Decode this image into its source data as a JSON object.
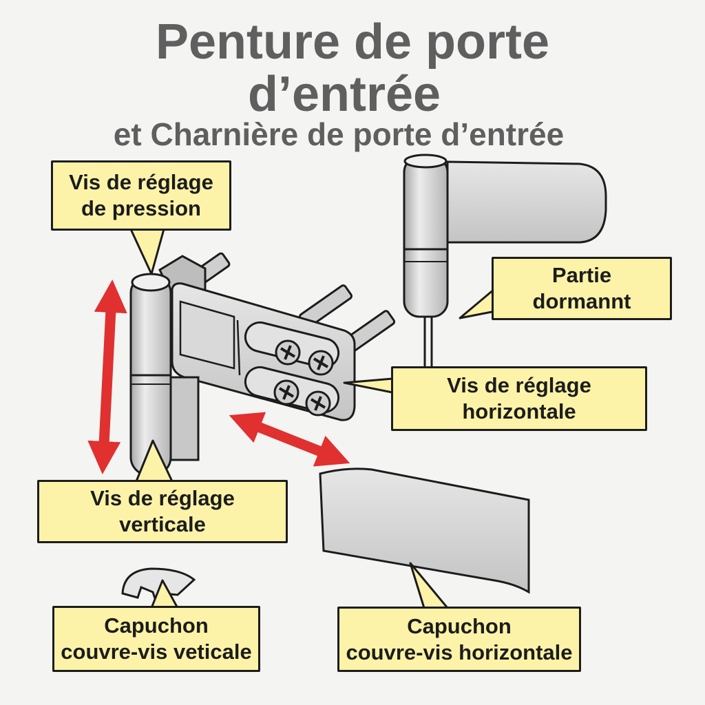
{
  "title": {
    "line1": "Penture de porte",
    "line2": "d’entrée",
    "subtitle": "et Charnière de porte d’entrée"
  },
  "labels": {
    "pressure_screw": {
      "line1": "Vis de réglage",
      "line2": "de pression"
    },
    "fixed_part": {
      "line1": "Partie",
      "line2": "dormannt"
    },
    "horizontal_screw": {
      "line1": "Vis de réglage",
      "line2": "horizontale"
    },
    "vertical_screw": {
      "line1": "Vis de réglage",
      "line2": "verticale"
    },
    "vertical_cap": {
      "line1": "Capuchon",
      "line2": "couvre-vis veticale"
    },
    "horizontal_cap": {
      "line1": "Capuchon",
      "line2": "couvre-vis horizontale"
    }
  },
  "colors": {
    "label_fill": "#fdf3a8",
    "arrow": "#e03030",
    "metal": "#d2d2d2",
    "outline": "#1c1c1c",
    "title": "#5f5f5f"
  },
  "icons": [
    "vertical-adjust-arrow",
    "horizontal-adjust-arrow",
    "screw-head-icon"
  ]
}
